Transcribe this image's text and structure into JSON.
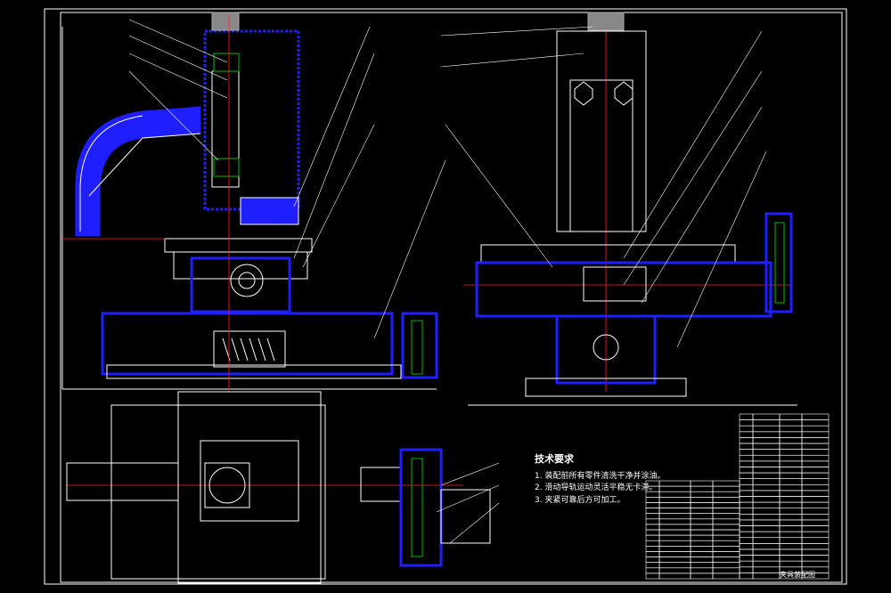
{
  "drawing": {
    "notes_title": "技术要求",
    "notes": [
      "1. 装配前所有零件清洗干净并涂油。",
      "2. 滑动导轨运动灵活平稳无卡滞。",
      "3. 夹紧可靠后方可加工。"
    ],
    "title_block_label": "夹具装配图",
    "colors": {
      "background": "#000000",
      "outline": "#ffffff",
      "accent_blue": "#1e1eff",
      "center_red": "#ff2020",
      "part_green": "#00c000",
      "leader_white": "#ffffff"
    }
  }
}
